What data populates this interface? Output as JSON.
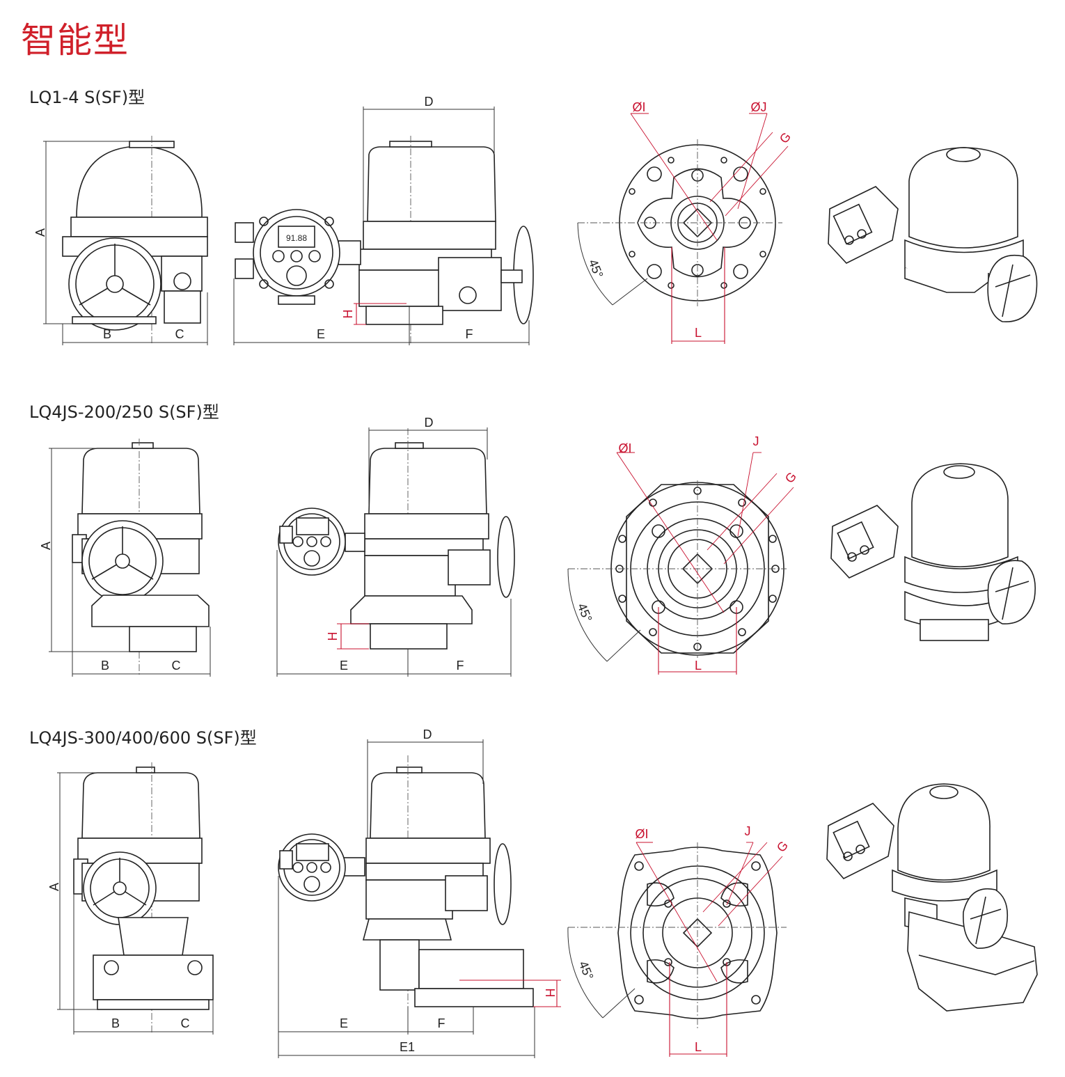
{
  "page": {
    "title": "智能型"
  },
  "sections": [
    {
      "title": "LQ1-4 S(SF)型",
      "front": {
        "height_label": "A",
        "left_label": "B",
        "right_label": "C"
      },
      "side": {
        "top_label": "D",
        "left_label": "E",
        "right_label": "F",
        "flange_label": "H",
        "display_text": "91.88"
      },
      "flange": {
        "bore_label": "ØI",
        "pcd_label": "ØJ",
        "key_label": "G",
        "width_label": "L",
        "angle_label": "45°"
      }
    },
    {
      "title": "LQ4JS-200/250 S(SF)型",
      "front": {
        "height_label": "A",
        "left_label": "B",
        "right_label": "C"
      },
      "side": {
        "top_label": "D",
        "left_label": "E",
        "right_label": "F",
        "flange_label": "H"
      },
      "flange": {
        "bore_label": "ØI",
        "pcd_label": "J",
        "key_label": "G",
        "width_label": "L",
        "angle_label": "45°"
      }
    },
    {
      "title": "LQ4JS-300/400/600 S(SF)型",
      "front": {
        "height_label": "A",
        "left_label": "B",
        "right_label": "C"
      },
      "side": {
        "top_label": "D",
        "left_label": "E",
        "right_label": "F",
        "flange_label": "H",
        "total_label": "E1"
      },
      "flange": {
        "bore_label": "ØI",
        "pcd_label": "J",
        "key_label": "G",
        "width_label": "L",
        "angle_label": "45°"
      }
    }
  ]
}
